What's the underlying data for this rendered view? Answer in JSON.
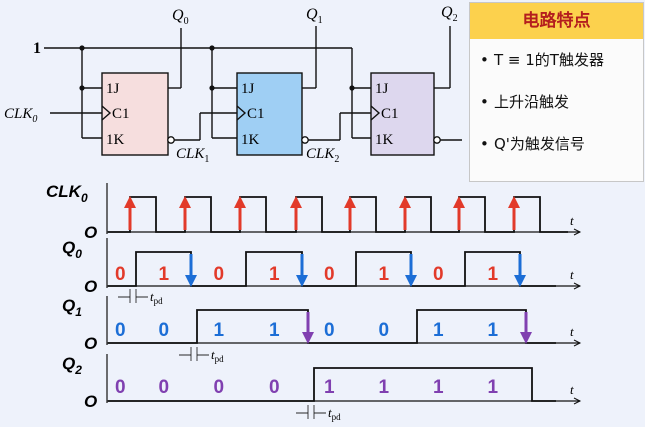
{
  "panel": {
    "title": "电路特点",
    "bullets": [
      "T ≡ 1的T触发器",
      "上升沿触发",
      "Q'为触发信号"
    ]
  },
  "circuit": {
    "input_one": "1",
    "clk0": "CLK",
    "clk0_sub": "0",
    "ff_pins": [
      "1J",
      "C1",
      "1K"
    ],
    "outputs": [
      {
        "label": "Q",
        "sub": "0"
      },
      {
        "label": "Q",
        "sub": "1"
      },
      {
        "label": "Q",
        "sub": "2"
      }
    ],
    "clk_links": [
      {
        "label": "CLK",
        "sub": "1"
      },
      {
        "label": "CLK",
        "sub": "2"
      }
    ]
  },
  "timing": {
    "rows": [
      {
        "label": "CLK",
        "sub": "0"
      },
      {
        "label": "Q",
        "sub": "0"
      },
      {
        "label": "Q",
        "sub": "1"
      },
      {
        "label": "Q",
        "sub": "2"
      }
    ],
    "zero_label": "O",
    "axis_label": "t",
    "tpd_label": "t",
    "tpd_sub": "pd",
    "q0_values": [
      "0",
      "1",
      "0",
      "1",
      "0",
      "1",
      "0",
      "1"
    ],
    "q1_values": [
      "0",
      "0",
      "1",
      "1",
      "0",
      "0",
      "1",
      "1"
    ],
    "q2_values": [
      "0",
      "0",
      "0",
      "0",
      "1",
      "1",
      "1",
      "1"
    ]
  },
  "colors": {
    "rising_arrow": "#e23a2a",
    "q0_falling_arrow": "#1c6ed6",
    "q1_falling_arrow": "#8040b0",
    "q0_bit0": "#e23a2a",
    "q0_bit1": "#e23a2a",
    "q1_bits": "#1c6ed6",
    "q2_bits": "#8040b0",
    "ff1_fill": "#f6dede",
    "ff2_fill": "#9fcff4",
    "ff3_fill": "#ddd7ee",
    "title_bg": "#fcd14d",
    "title_text": "#b41e1e"
  }
}
